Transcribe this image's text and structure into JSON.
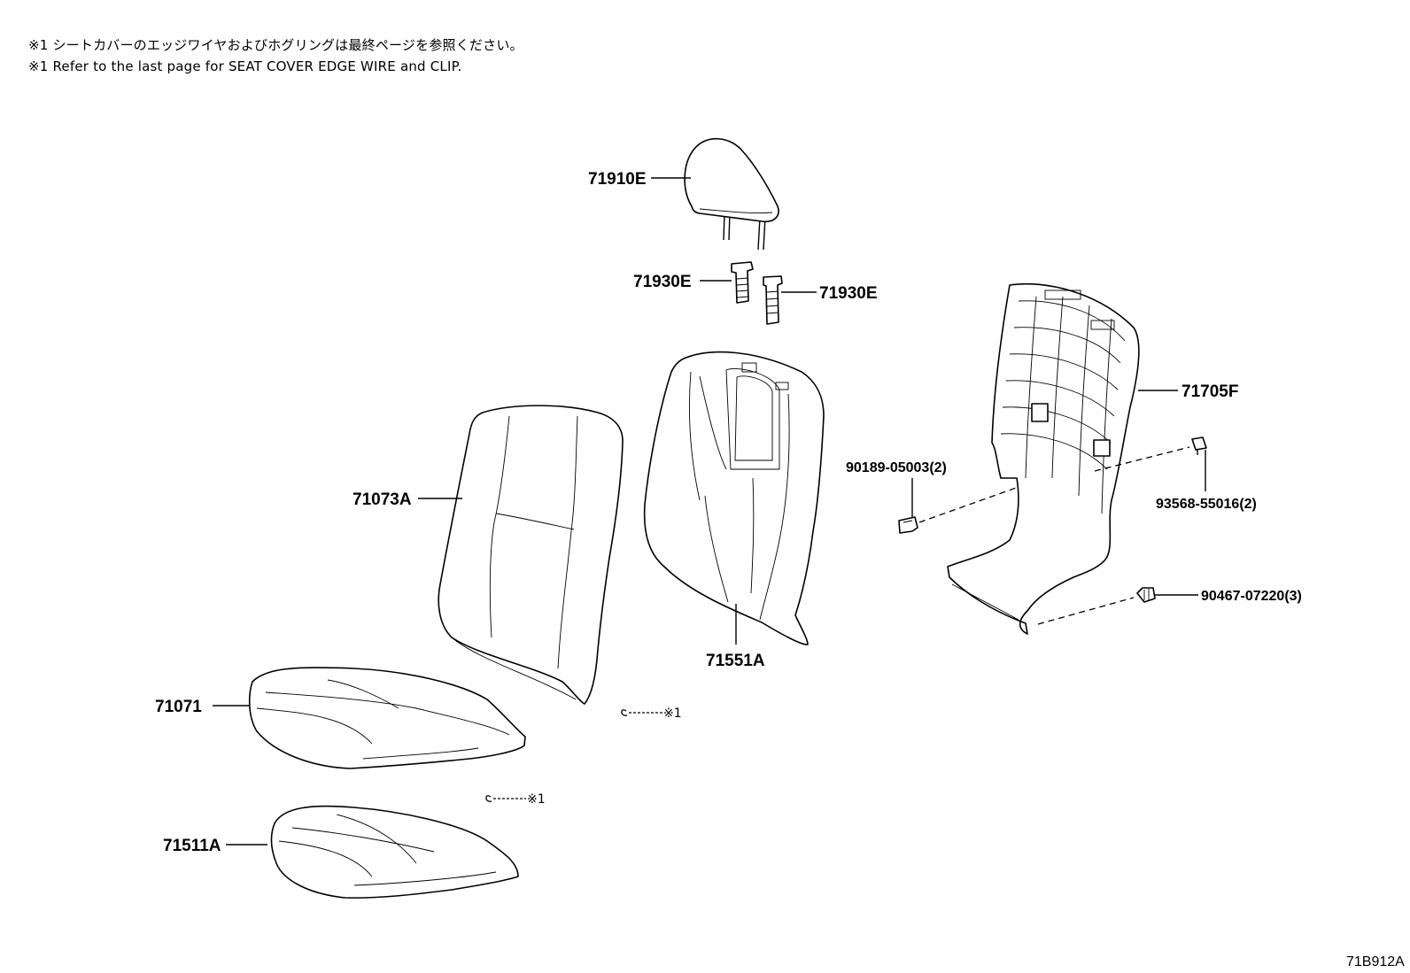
{
  "notes": {
    "jp": "※1 シートカバーのエッジワイヤおよびホグリングは最終ページを参照ください。",
    "en": "※1 Refer to the last page for SEAT COVER EDGE WIRE and CLIP."
  },
  "parts": {
    "headrest": "71910E",
    "headrest_support_left": "71930E",
    "headrest_support_right": "71930E",
    "back_cover": "71073A",
    "back_pad": "71551A",
    "back_board": "71705F",
    "cushion_cover": "71071",
    "cushion_pad": "71511A",
    "clip_a": "90189-05003(2)",
    "screw": "93568-55016(2)",
    "clip_b": "90467-07220(3)",
    "hog_ring_ref_1": "※1",
    "hog_ring_ref_2": "※1"
  },
  "diagram_code": "71B912A"
}
